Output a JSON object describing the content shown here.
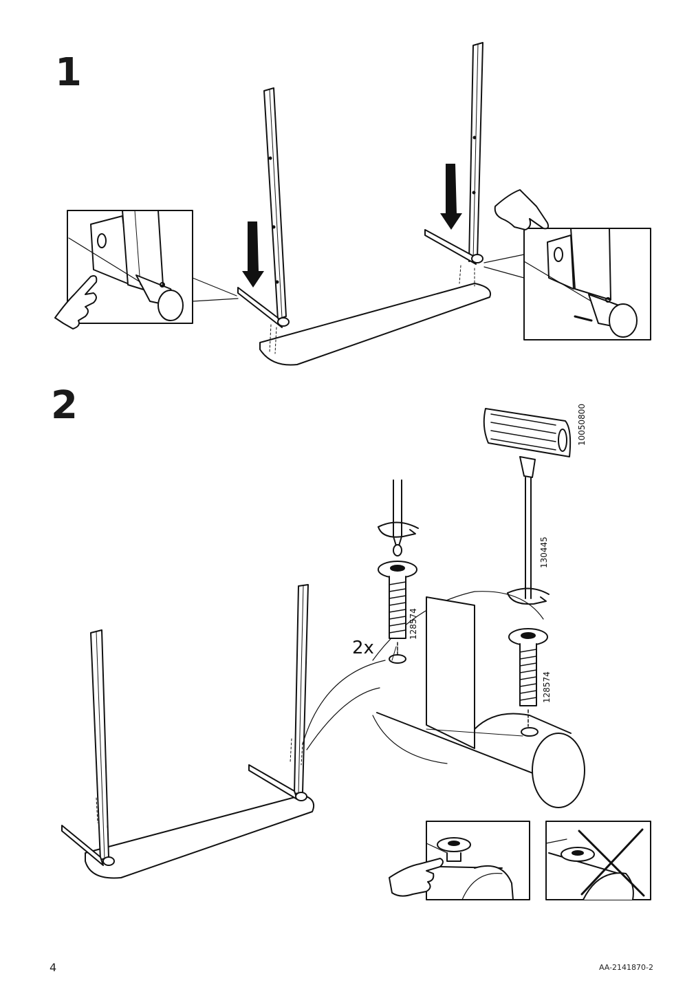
{
  "steps": [
    {
      "number": "1"
    },
    {
      "number": "2"
    }
  ],
  "step2": {
    "quantity": "2x",
    "part_numbers": {
      "hex_key": "10050800",
      "screwdriver_bit": "130445",
      "bolt_left": "128574",
      "bolt_right": "128574"
    }
  },
  "footer": {
    "page_number": "4",
    "document_code": "AA-2141870-2"
  }
}
